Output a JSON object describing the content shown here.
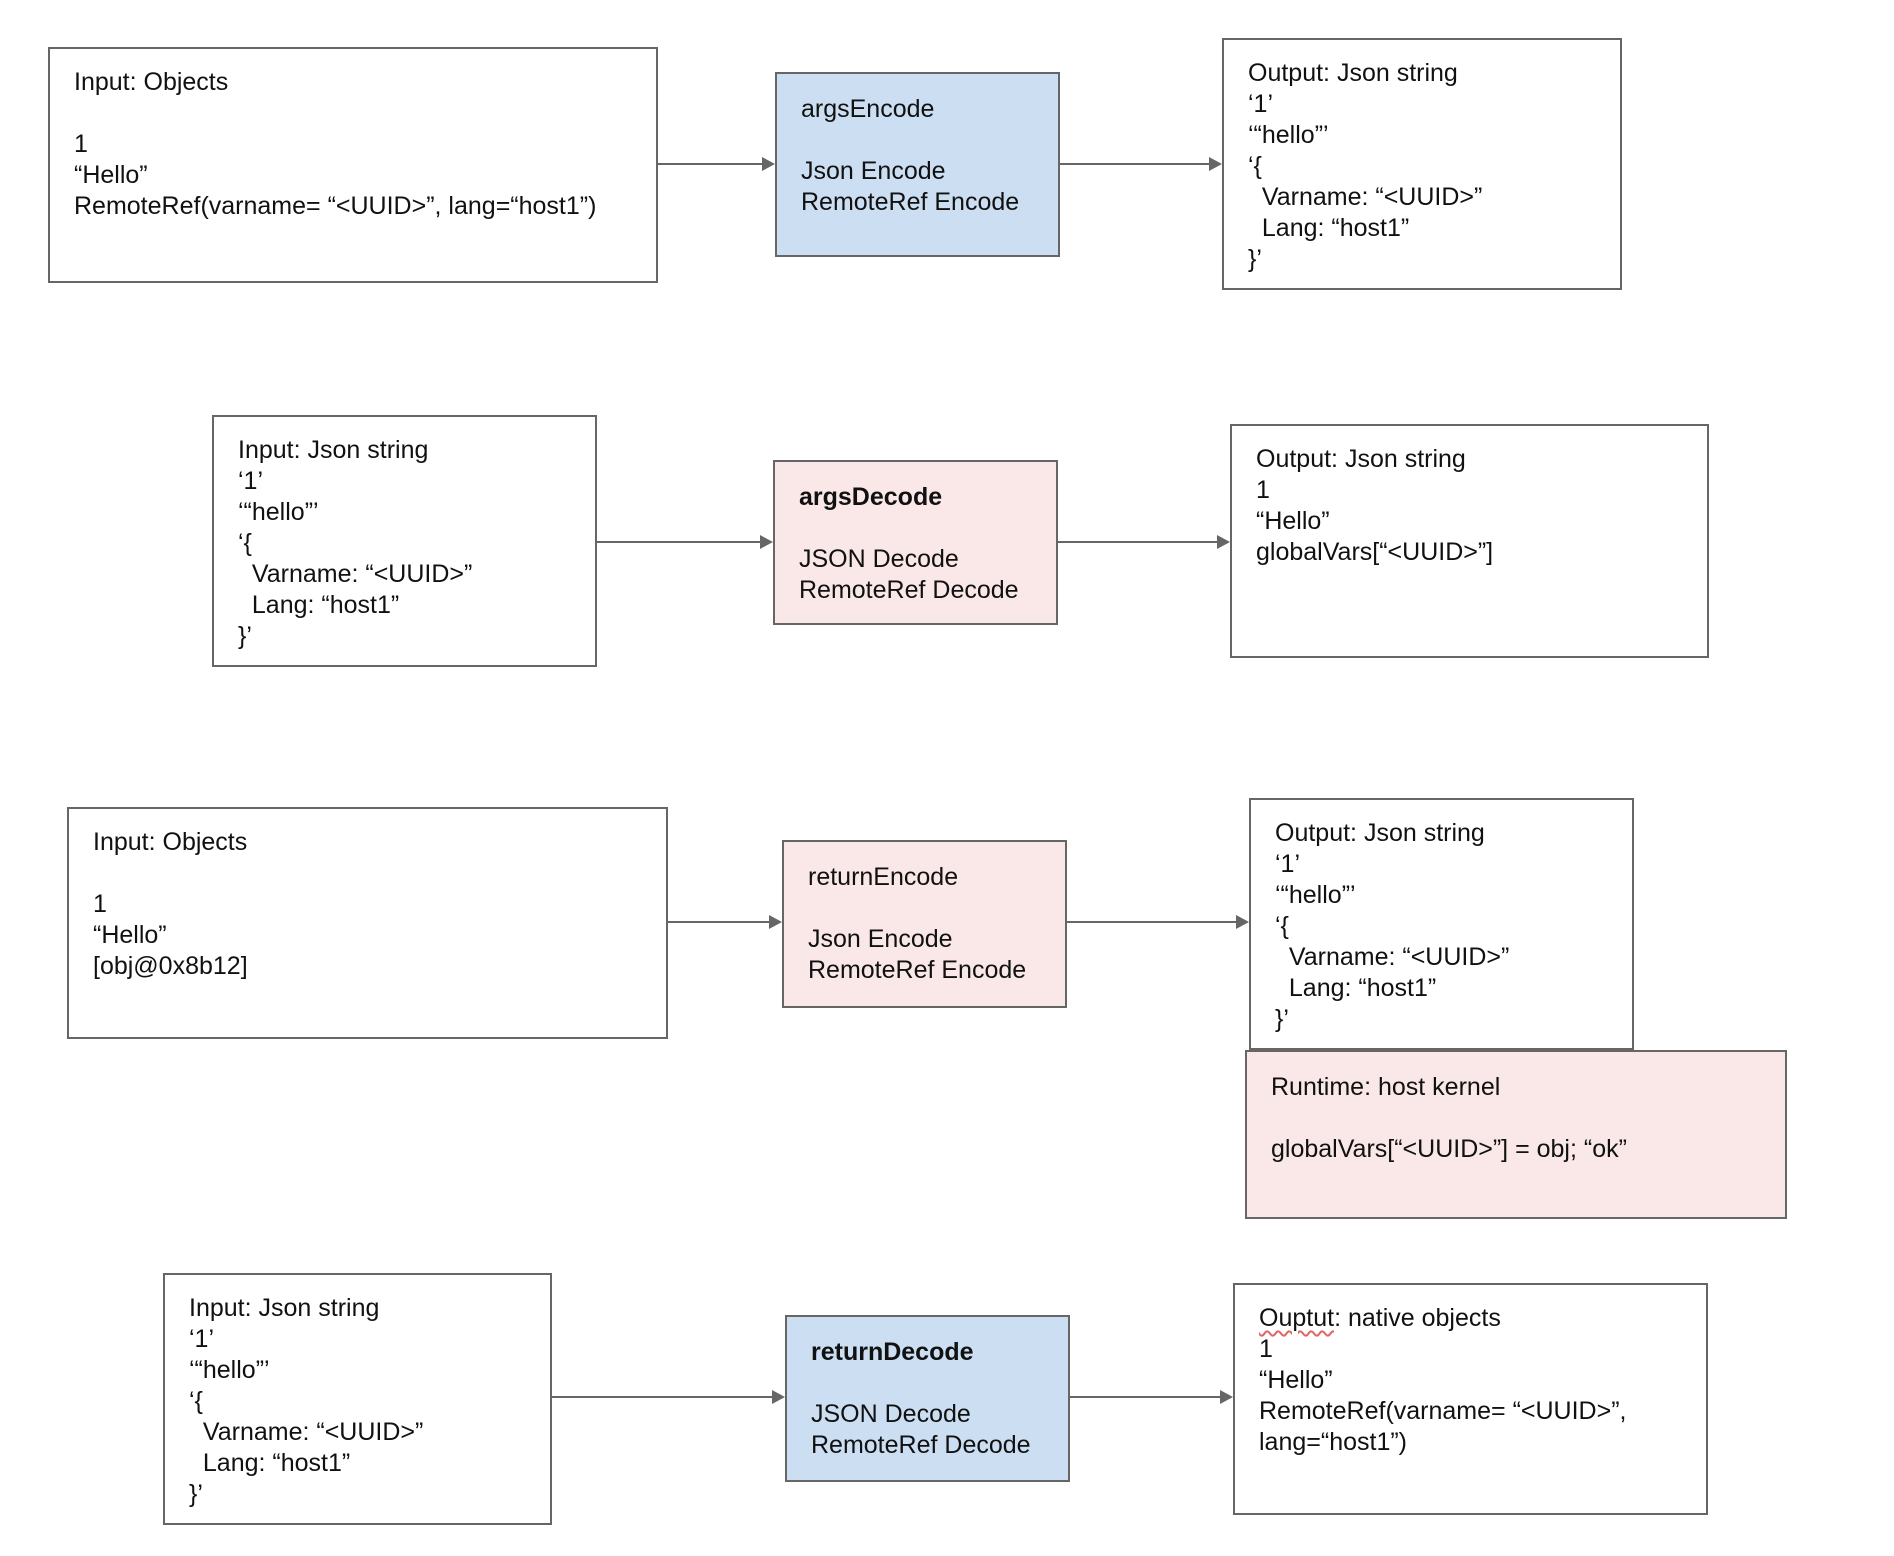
{
  "colors": {
    "process_blue": "#cbdef2",
    "process_pink": "#f9e8e7",
    "box_border": "#666666",
    "arrow": "#666666",
    "spellcheck_red": "#e06666",
    "text": "#111111",
    "background": "#ffffff"
  },
  "rows": [
    {
      "input": {
        "text": "Input: Objects\n\n1\n“Hello”\nRemoteRef(varname= “<UUID>”, lang=“host1”)"
      },
      "process": {
        "name": "argsEncode",
        "body": "Json Encode\nRemoteRef Encode"
      },
      "output": {
        "text": "Output: Json string\n‘1’\n‘“hello”’\n‘{\n  Varname: “<UUID>”\n  Lang: “host1”\n}’"
      }
    },
    {
      "input": {
        "text": "Input: Json string\n‘1’\n‘“hello”’\n‘{\n  Varname: “<UUID>”\n  Lang: “host1”\n}’"
      },
      "process": {
        "name": "argsDecode",
        "body": "JSON Decode\nRemoteRef Decode"
      },
      "output": {
        "text": "Output: Json string\n1\n“Hello”\nglobalVars[“<UUID>”]"
      }
    },
    {
      "input": {
        "text": "Input: Objects\n\n1\n“Hello”\n[obj@0x8b12]"
      },
      "process": {
        "name": "returnEncode",
        "body": "Json Encode\nRemoteRef Encode"
      },
      "output": {
        "text": "Output: Json string\n‘1’\n‘“hello”’\n‘{\n  Varname: “<UUID>”\n  Lang: “host1”\n}’"
      },
      "runtime": {
        "text": "Runtime: host kernel\n\nglobalVars[“<UUID>”] = obj; “ok”"
      }
    },
    {
      "input": {
        "text": "Input: Json string\n‘1’\n‘“hello”’\n‘{\n  Varname: “<UUID>”\n  Lang: “host1”\n}’"
      },
      "process": {
        "name": "returnDecode",
        "body": "JSON Decode\nRemoteRef Decode"
      },
      "output": {
        "title_misspelled": "Ouptut",
        "title_rest": ": native objects",
        "body": "1\n“Hello”\nRemoteRef(varname= “<UUID>”, lang=“host1”)"
      }
    }
  ]
}
